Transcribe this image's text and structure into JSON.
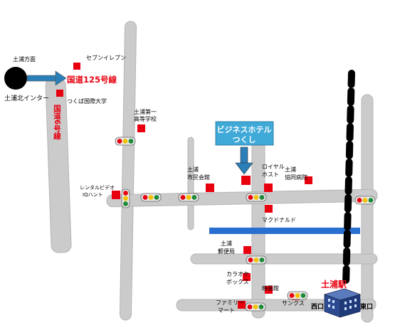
{
  "colors": {
    "road": "#cbcbcb",
    "road_edge": "#b5b5b5",
    "landmark": "#e8000f",
    "route_text": "#e8000f",
    "hotel_box": "#3fa9d8",
    "hotel_text": "#ffffff",
    "arrow": "#2b7fb8",
    "river": "#2a6fd0",
    "rail": "#000000",
    "signal_body": "#e8e8e8",
    "signal_red": "#e8000f",
    "signal_yellow": "#f2c200",
    "signal_green": "#1f8a3a"
  },
  "icons": {
    "interchange": "black-circle-icon",
    "traffic_signal": "traffic-light-icon",
    "station": "station-building-icon",
    "pointer": "down-arrow-icon"
  },
  "labels": {
    "tsuchiura_direction": "土浦方面",
    "interchange": "土浦北インター",
    "route125": "国道125号線",
    "route6": "国道6号線",
    "seven_eleven": "セブンイレブン",
    "tsukuba_intl_univ": "つくば国際大学",
    "tsuchiura_hs_1": "土浦第一",
    "tsuchiura_hs_2": "高等学校",
    "hotel_1": "ビジネスホテル",
    "hotel_2": "つくし",
    "rental_video_1": "レンタルビデオ",
    "rental_video_2": "IQハント",
    "civic_hall_1": "土浦",
    "civic_hall_2": "市民会館",
    "royal_host_1": "ロイヤル",
    "royal_host_2": "ホスト",
    "kyodo_hospital_1": "土浦",
    "kyodo_hospital_2": "協同病院",
    "mcdonalds": "マクドナルド",
    "post_office_1": "土浦",
    "post_office_2": "郵便局",
    "karaoke_1": "カラオケ",
    "karaoke_2": "ボックス",
    "theater": "映画館",
    "family_mart_1": "ファミリー",
    "family_mart_2": "マート",
    "sunkus": "サンクス",
    "station": "土浦駅",
    "west_exit": "西口",
    "east_exit": "東口"
  }
}
